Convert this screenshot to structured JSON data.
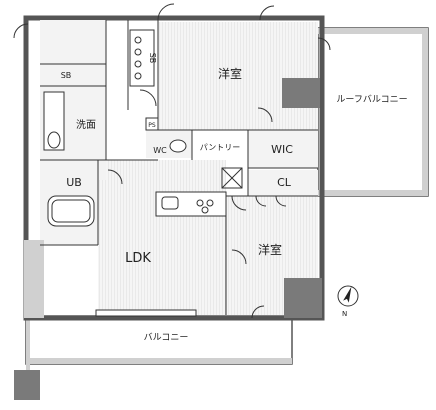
{
  "rooms": {
    "bedroom1": "洋室",
    "bedroom2": "洋室",
    "ldk": "LDK",
    "roof_balcony": "ルーフバルコニー",
    "balcony": "バルコニー",
    "wic": "WIC",
    "cl": "CL",
    "pantry": "パントリー",
    "wc": "WC",
    "ub": "UB",
    "washroom": "洗面",
    "sb_closet": "SB",
    "sb_washroom": "SB",
    "ps": "PS"
  },
  "compass": {
    "north_label": "N",
    "icon": "north-arrow-icon"
  }
}
